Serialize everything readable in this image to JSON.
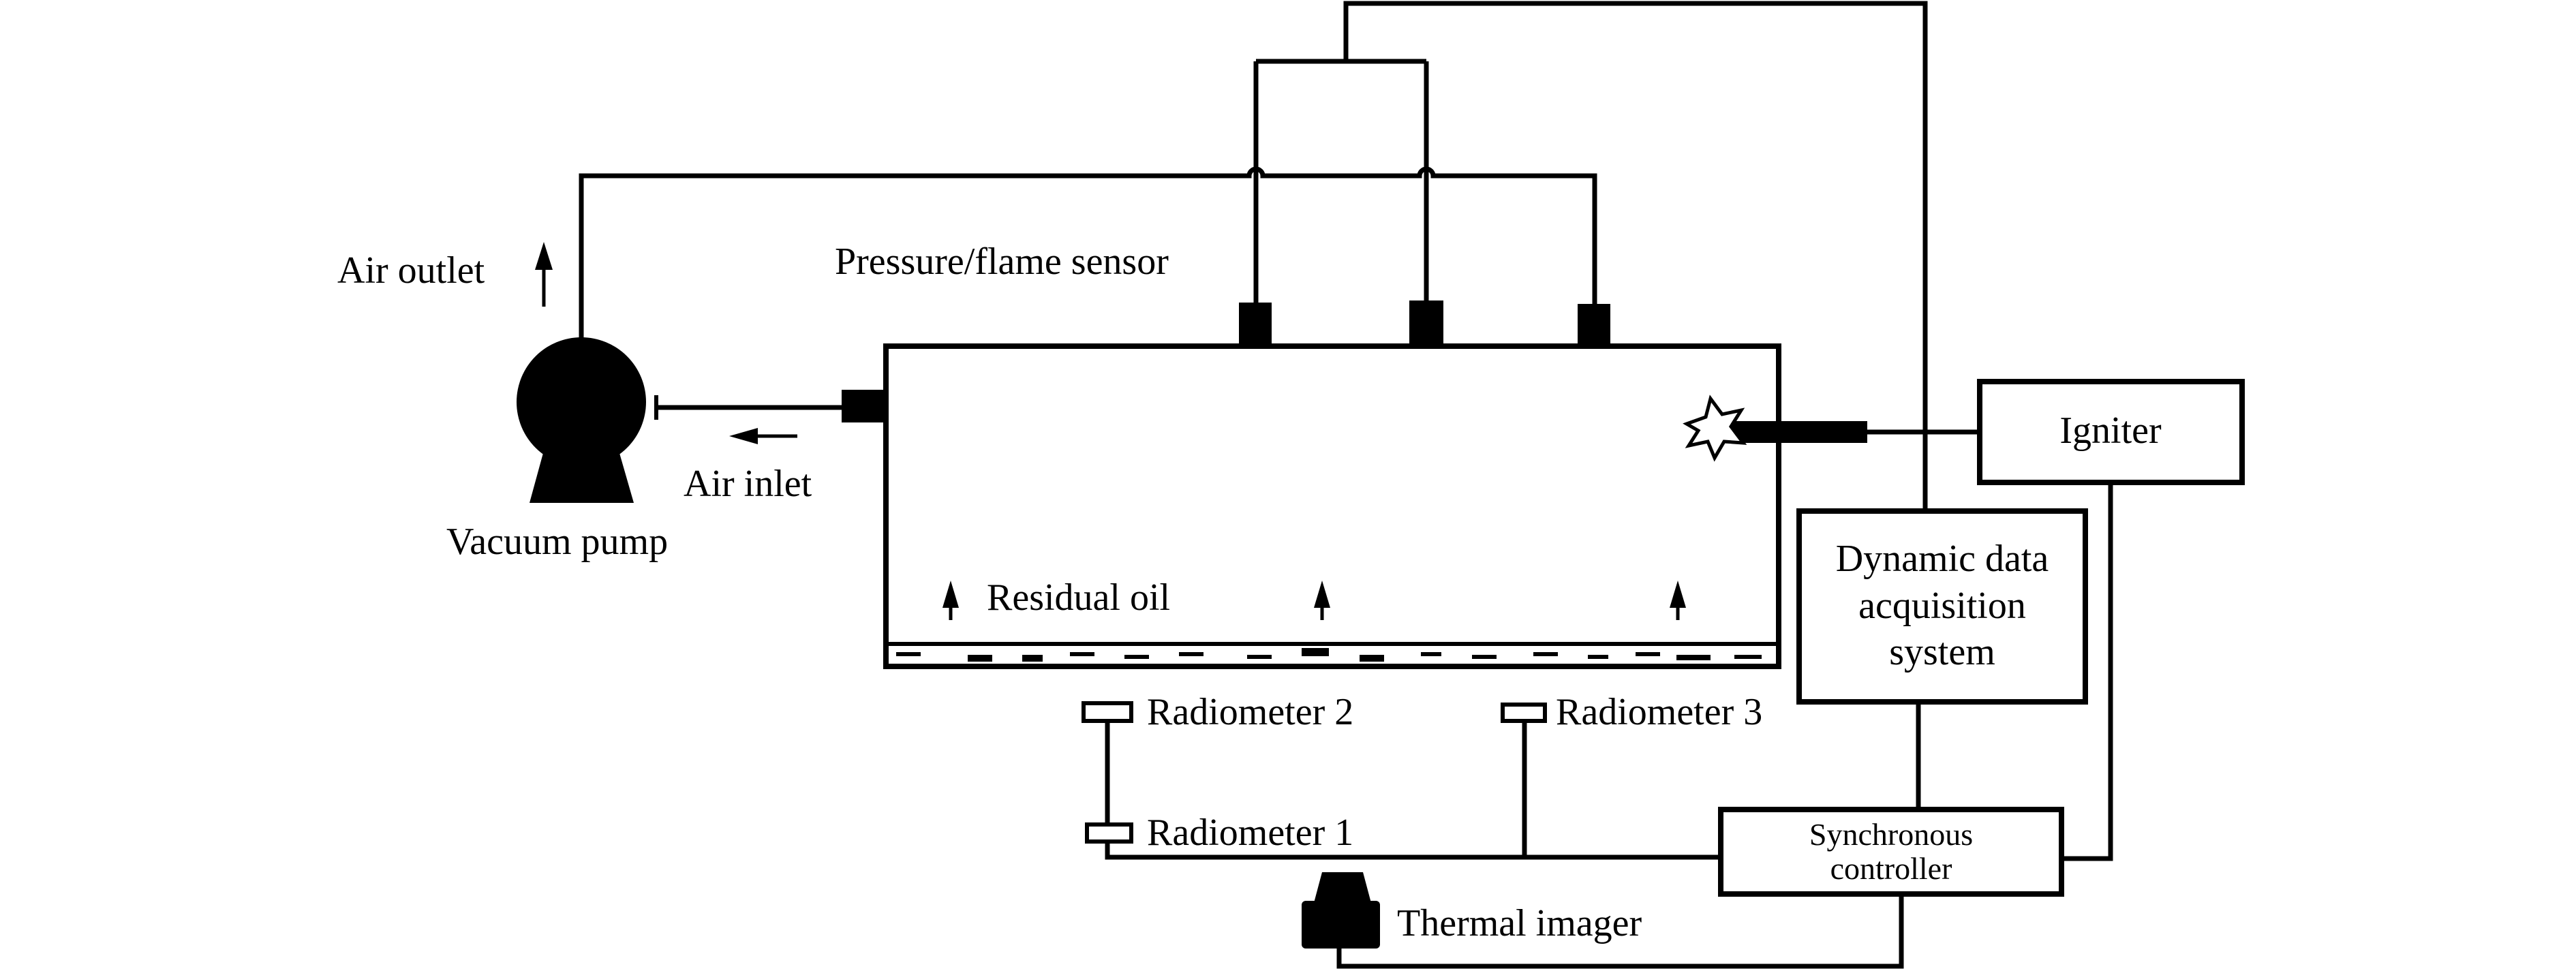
{
  "labels": {
    "air_outlet": "Air outlet",
    "pressure_flame_sensor": "Pressure/flame sensor",
    "air_inlet": "Air inlet",
    "vacuum_pump": "Vacuum pump",
    "residual_oil": "Residual oil",
    "igniter": "Igniter",
    "dynamic_data_acquisition_line1": "Dynamic data",
    "dynamic_data_acquisition_line2": "acquisition",
    "dynamic_data_acquisition_line3": "system",
    "radiometer_1": "Radiometer 1",
    "radiometer_2": "Radiometer 2",
    "radiometer_3": "Radiometer 3",
    "synchronous_controller_line1": "Synchronous",
    "synchronous_controller_line2": "controller",
    "thermal_imager": "Thermal imager"
  },
  "colors": {
    "line": "#000000",
    "background": "#ffffff"
  }
}
